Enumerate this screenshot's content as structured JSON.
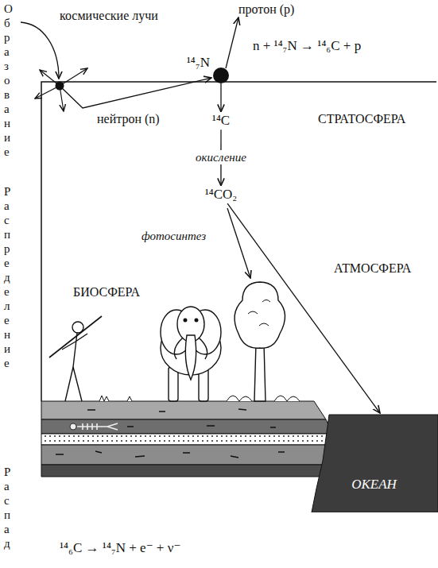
{
  "diagram": {
    "nodes": [
      {
        "text": [
          "¹⁴₇N"
        ]
      },
      {
        "text": [
          "¹⁴C"
        ]
      },
      {
        "text": [
          "¹⁴CO₂"
        ]
      },
      {
        "text": [
          "ОКЕАН"
        ]
      }
    ],
    "edges": [
      {
        "from": 0,
        "to": 1,
        "arrow": "to"
      },
      {
        "from": 1,
        "to": 2,
        "label": "окисление",
        "arrow": "to"
      },
      {
        "from": 2,
        "to": 3,
        "arrow": "to"
      }
    ],
    "labels": [
      "Образование",
      "Распределение",
      "Распад",
      "космические лучи",
      "протон (p)",
      "нейтрон (n)",
      "n + ¹⁴₇N → ¹⁴₆C + p",
      "СТРАТОСФЕРА",
      "фотосинтез",
      "АТМОСФЕРА",
      "БИОСФЕРА",
      "¹⁴₆C → ¹⁴₇N + e⁻ + ν⁻"
    ]
  }
}
